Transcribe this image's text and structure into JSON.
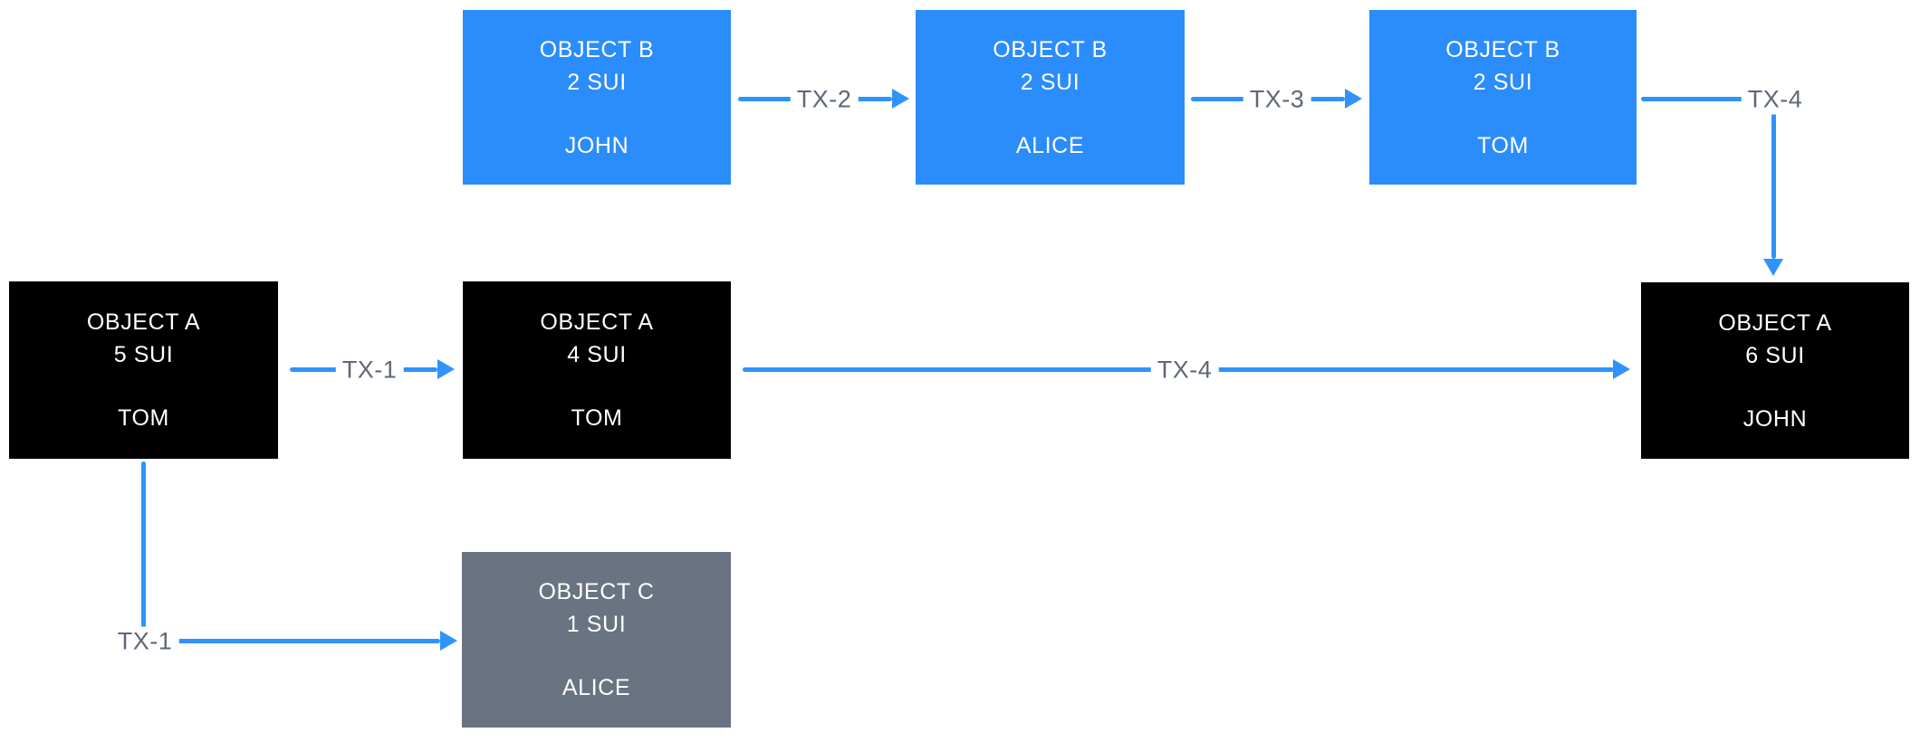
{
  "diagram": {
    "nodes": [
      {
        "id": "object-b-john",
        "title": "OBJECT B",
        "amount": "2 SUI",
        "owner": "JOHN"
      },
      {
        "id": "object-b-alice",
        "title": "OBJECT B",
        "amount": "2 SUI",
        "owner": "ALICE"
      },
      {
        "id": "object-b-tom",
        "title": "OBJECT B",
        "amount": "2 SUI",
        "owner": "TOM"
      },
      {
        "id": "object-a-5sui-tom",
        "title": "OBJECT A",
        "amount": "5 SUI",
        "owner": "TOM"
      },
      {
        "id": "object-a-4sui-tom",
        "title": "OBJECT A",
        "amount": "4 SUI",
        "owner": "TOM"
      },
      {
        "id": "object-a-6sui-john",
        "title": "OBJECT A",
        "amount": "6 SUI",
        "owner": "JOHN"
      },
      {
        "id": "object-c-1sui-alice",
        "title": "OBJECT C",
        "amount": "1 SUI",
        "owner": "ALICE"
      }
    ],
    "edges": [
      {
        "id": "tx1-a",
        "label": "TX-1",
        "from": "object-a-5sui-tom",
        "to": "object-a-4sui-tom"
      },
      {
        "id": "tx2",
        "label": "TX-2",
        "from": "object-b-john",
        "to": "object-b-alice"
      },
      {
        "id": "tx3",
        "label": "TX-3",
        "from": "object-b-alice",
        "to": "object-b-tom"
      },
      {
        "id": "tx4-a",
        "label": "TX-4",
        "from": "object-b-tom",
        "to": "object-a-6sui-john"
      },
      {
        "id": "tx4-b",
        "label": "TX-4",
        "from": "object-a-4sui-tom",
        "to": "object-a-6sui-john"
      },
      {
        "id": "tx1-b",
        "label": "TX-1",
        "from": "object-a-5sui-tom",
        "to": "object-c-1sui-alice"
      }
    ],
    "colors": {
      "object_b_fill": "#2b8cfb",
      "object_a_fill": "#000000",
      "object_c_fill": "#6a7381",
      "arrow": "#2f93fb",
      "edge_label_text": "#5d6878",
      "node_text": "#ffffff",
      "background": "#ffffff"
    }
  }
}
